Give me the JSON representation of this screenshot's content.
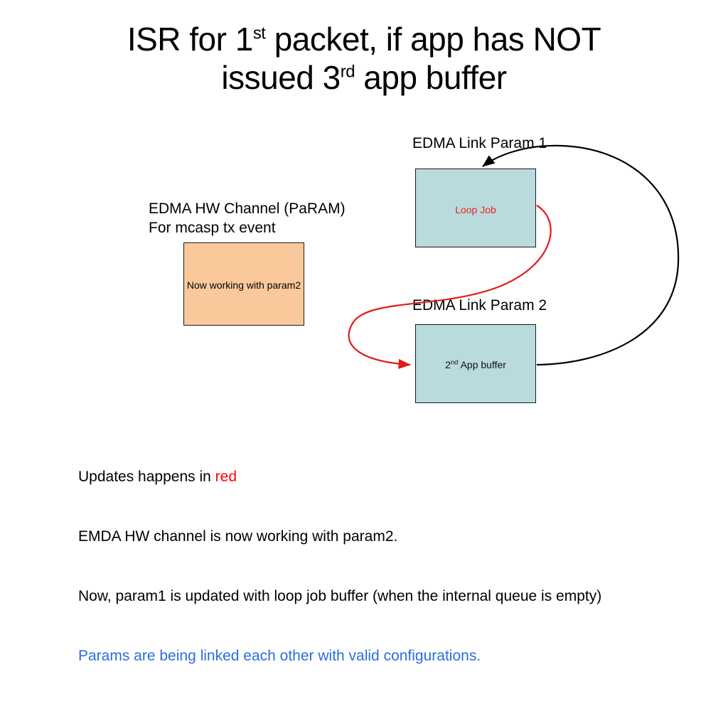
{
  "slide": {
    "title": {
      "line1_pre": "ISR for 1",
      "line1_sup": "st",
      "line1_post": " packet, if app has NOT",
      "line2_pre": "issued 3",
      "line2_sup": "rd",
      "line2_post": " app buffer"
    },
    "labels": {
      "hw_channel_line1": "EDMA HW Channel (PaRAM)",
      "hw_channel_line2": "For mcasp tx event",
      "param1": "EDMA Link Param 1",
      "param2": "EDMA Link Param 2"
    },
    "boxes": {
      "hw_channel": {
        "text": "Now working with param2",
        "fill": "#fac99b",
        "stroke": "#1a1a1a"
      },
      "param1": {
        "text": "Loop Job",
        "text_color": "#ee2222",
        "fill": "#b9dbdd",
        "stroke": "#1a1a1a"
      },
      "param2": {
        "text_pre": "2",
        "text_sup": "nd",
        "text_post": " App buffer",
        "text_color": "#111111",
        "fill": "#b9dbdd",
        "stroke": "#1a1a1a"
      }
    },
    "arrows": {
      "param1_to_param2": {
        "name": "red-link-arrow",
        "color": "#e01b1b",
        "from": "EDMA Link Param 1 right edge",
        "to": "EDMA Link Param 2 left edge"
      },
      "param2_to_param1": {
        "name": "black-link-arrow",
        "color": "#000000",
        "from": "EDMA Link Param 2 right edge",
        "to": "EDMA Link Param 1 top edge"
      }
    },
    "caption": {
      "line1_pre": "Updates happens in ",
      "line1_red": "red",
      "line2": "EMDA HW channel is now working with param2.",
      "line3": "Now, param1 is updated with loop job buffer (when the internal queue is empty)",
      "line4": "Params are being linked each other with valid configurations.",
      "colors": {
        "highlight_red": "#ff0000",
        "highlight_blue": "#2a6fe0"
      }
    }
  }
}
